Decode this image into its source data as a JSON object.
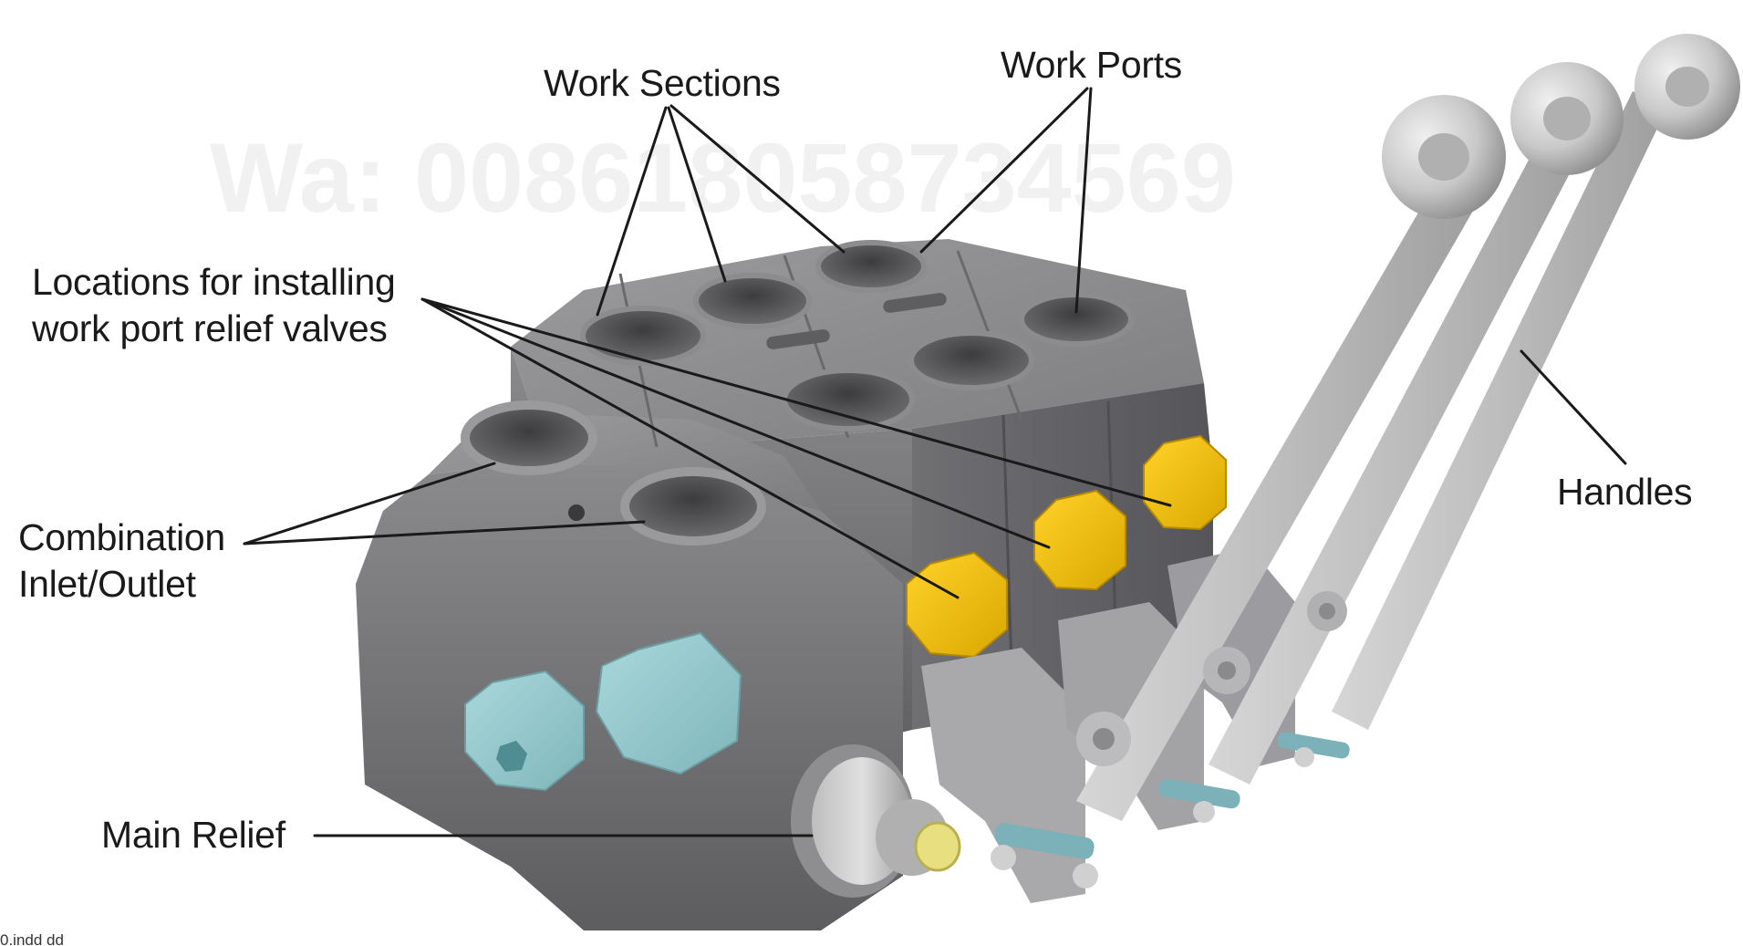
{
  "labels": {
    "work_sections": "Work Sections",
    "work_ports": "Work Ports",
    "locations_line1": "Locations for installing",
    "locations_line2": "work port relief valves",
    "combination_line1": "Combination",
    "combination_line2": "Inlet/Outlet",
    "main_relief": "Main Relief",
    "handles": "Handles"
  },
  "watermark": "Wa: 008618058734569",
  "footer": "0.indd   dd",
  "colors": {
    "body_gray": "#7c7c7e",
    "body_dark": "#5f5f61",
    "body_light": "#9a9a9c",
    "plug_yellow": "#f2c311",
    "plug_teal": "#95cbcf",
    "handle_gray": "#c4c4c4",
    "leader_line": "#1a1a1a"
  }
}
